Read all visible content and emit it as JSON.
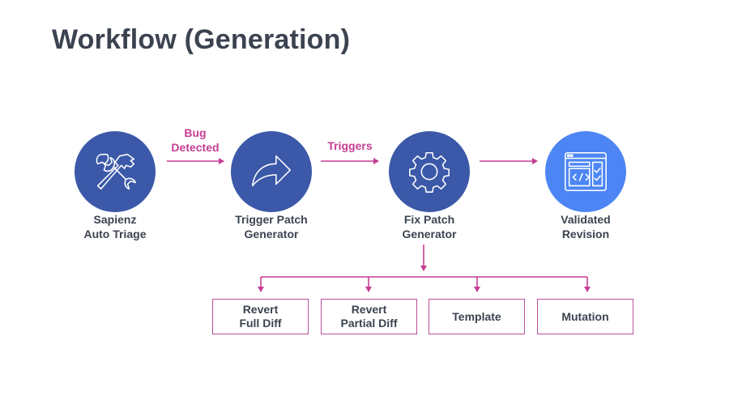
{
  "title": "Workflow (Generation)",
  "colors": {
    "node_dark": "#3b59a8",
    "node_light": "#4d86f4",
    "connector": "#c43e92",
    "text": "#3c4350"
  },
  "nodes": [
    {
      "id": "sapienz",
      "label_line1": "Sapienz",
      "label_line2": "Auto Triage",
      "icon": "wrench-hammer-icon"
    },
    {
      "id": "trigger",
      "label_line1": "Trigger Patch",
      "label_line2": "Generator",
      "icon": "forward-arrow-icon"
    },
    {
      "id": "fix",
      "label_line1": "Fix Patch",
      "label_line2": "Generator",
      "icon": "gear-icon"
    },
    {
      "id": "validated",
      "label_line1": "Validated",
      "label_line2": "Revision",
      "icon": "code-window-check-icon"
    }
  ],
  "edges": [
    {
      "from": "sapienz",
      "to": "trigger",
      "label_line1": "Bug",
      "label_line2": "Detected"
    },
    {
      "from": "trigger",
      "to": "fix",
      "label_line1": "Triggers",
      "label_line2": ""
    },
    {
      "from": "fix",
      "to": "validated",
      "label_line1": "",
      "label_line2": ""
    }
  ],
  "strategies": [
    {
      "line1": "Revert",
      "line2": "Full Diff"
    },
    {
      "line1": "Revert",
      "line2": "Partial Diff"
    },
    {
      "line1": "Template",
      "line2": ""
    },
    {
      "line1": "Mutation",
      "line2": ""
    }
  ]
}
